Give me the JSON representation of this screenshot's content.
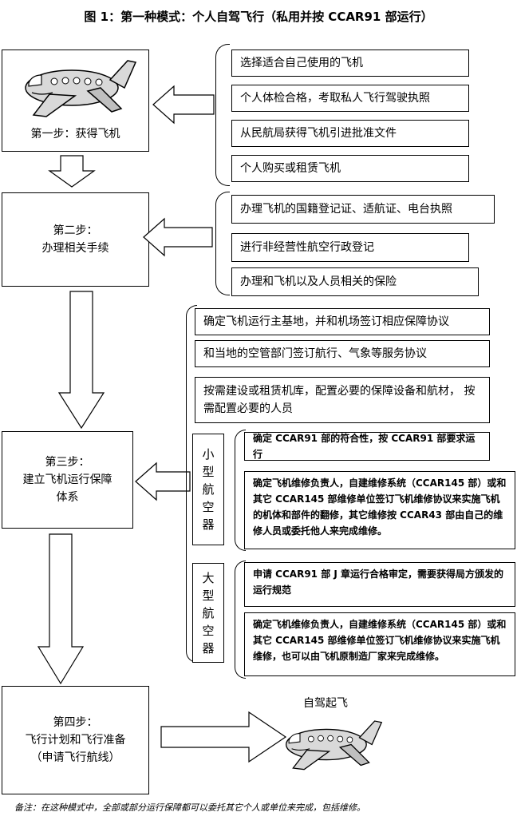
{
  "title": "图 1：第一种模式：个人自驾飞行（私用并按 CCAR91 部运行）",
  "steps": [
    {
      "line1": "第一步：获得飞机",
      "line2": ""
    },
    {
      "line1": "第二步：",
      "line2": "办理相关手续"
    },
    {
      "line1": "第三步：",
      "line2": "建立飞机运行保障",
      "line3": "体系"
    },
    {
      "line1": "第四步：",
      "line2": "飞行计划和飞行准备",
      "line3": "（申请飞行航线）"
    }
  ],
  "step1_items": [
    "选择适合自己使用的飞机",
    "个人体检合格，考取私人飞行驾驶执照",
    "从民航局获得飞机引进批准文件",
    "个人购买或租赁飞机"
  ],
  "step2_items": [
    "办理飞机的国籍登记证、适航证、电台执照",
    "进行非经营性航空行政登记",
    "办理和飞机以及人员相关的保险"
  ],
  "step3_items": [
    "确定飞机运行主基地，并和机场签订相应保障协议",
    "和当地的空管部门签订航行、气象等服务协议",
    "按需建设或租赁机库，配置必要的保障设备和航材，   按需配置必要的人员"
  ],
  "small_operator": {
    "label": "小型航空器",
    "items": [
      "确定 CCAR91 部的符合性，按 CCAR91 部要求运行",
      "确定飞机维修负责人，自建维修系统（CCAR145 部）或和其它 CCAR145 部维修单位签订飞机维修协议来实施飞机的机体和部件的翻修，其它维修按 CCAR43 部由自己的维修人员或委托他人来完成维修。"
    ]
  },
  "large_operator": {
    "label": "大型航空器",
    "items": [
      "申请 CCAR91 部 J 章运行合格审定，需要获得局方颁发的运行规范",
      "确定飞机维修负责人，自建维修系统（CCAR145 部）或和其它 CCAR145 部维修单位签订飞机维修协议来实施飞机维修，也可以由飞机原制造厂家来完成维修。"
    ]
  },
  "end_label": "自驾起飞",
  "footnote": "备注：在这种模式中，全部或部分运行保障都可以委托其它个人或单位来完成，包括维修。",
  "colors": {
    "plane_body": "#d9d9d9",
    "plane_window": "#ffffff",
    "stroke": "#000000"
  }
}
